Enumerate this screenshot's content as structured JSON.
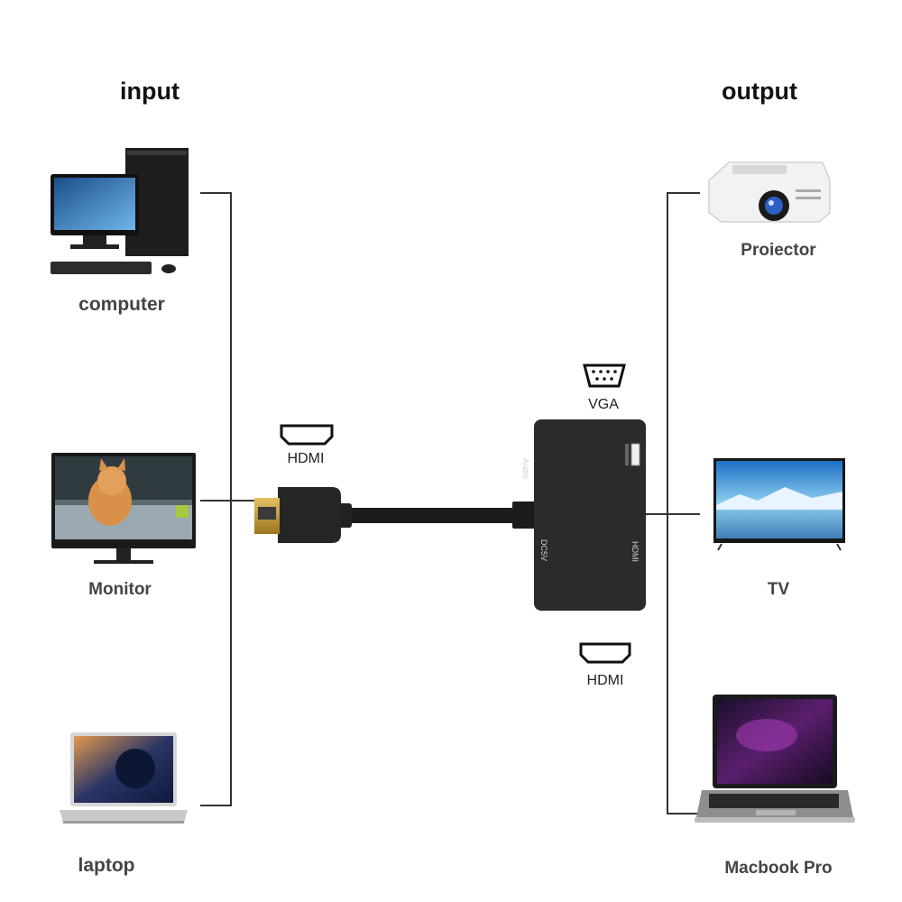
{
  "headings": {
    "input": "input",
    "output": "output"
  },
  "inputs": [
    {
      "label": "computer",
      "icon": "desktop-computer-icon"
    },
    {
      "label": "Monitor",
      "icon": "monitor-icon"
    },
    {
      "label": "laptop",
      "icon": "laptop-icon"
    }
  ],
  "outputs": [
    {
      "label": "Proiector",
      "icon": "projector-icon"
    },
    {
      "label": "TV",
      "icon": "tv-icon"
    },
    {
      "label": "Macbook Pro",
      "icon": "macbook-icon"
    }
  ],
  "ports": {
    "input_hdmi": "HDMI",
    "vga": "VGA",
    "output_hdmi": "HDMI"
  },
  "adapter_markings": {
    "audio": "Audio",
    "dc": "DC5V",
    "hdmi": "HDMI"
  },
  "colors": {
    "line": "#333333",
    "adapter": "#2b2b2b",
    "connector_gold": "#c9a23a"
  }
}
